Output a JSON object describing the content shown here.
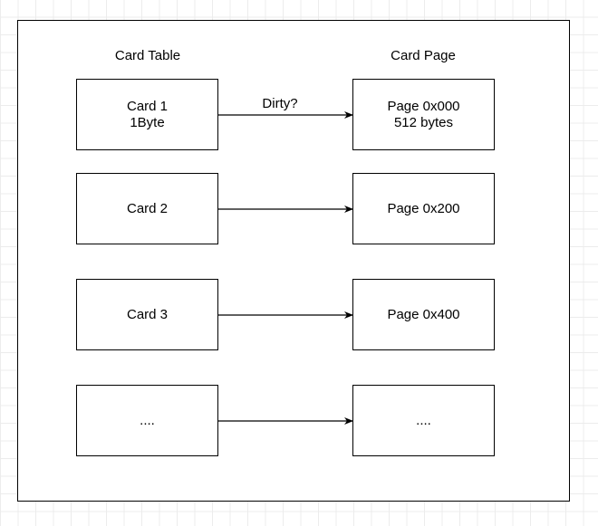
{
  "headers": {
    "card_table": "Card Table",
    "card_page": "Card Page"
  },
  "cards": [
    {
      "label": "Card 1\n1Byte"
    },
    {
      "label": "Card 2"
    },
    {
      "label": "Card 3"
    },
    {
      "label": "...."
    }
  ],
  "pages": [
    {
      "label": "Page 0x000\n512 bytes"
    },
    {
      "label": "Page 0x200"
    },
    {
      "label": "Page 0x400"
    },
    {
      "label": "...."
    }
  ],
  "edges": [
    {
      "from": "Card 1",
      "to": "Page 0x000",
      "label": "Dirty?"
    },
    {
      "from": "Card 2",
      "to": "Page 0x200",
      "label": ""
    },
    {
      "from": "Card 3",
      "to": "Page 0x400",
      "label": ""
    },
    {
      "from": "....",
      "to": "....",
      "label": ""
    }
  ]
}
